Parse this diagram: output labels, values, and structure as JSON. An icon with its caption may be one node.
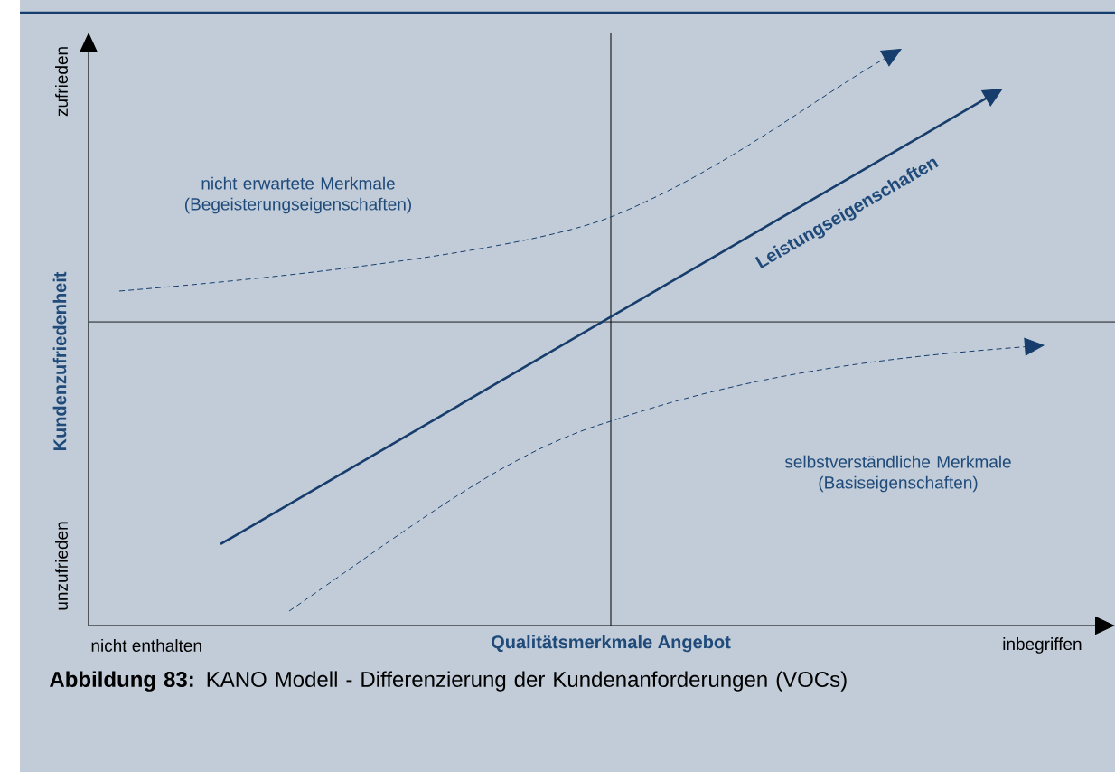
{
  "diagram": {
    "caption": "**Abbildung 83:** KANO Modell - Differenzierung der Kundenanforderungen (VOCs)",
    "labels": [
      "zufrieden",
      "nicht erwartete Merkmale (Begeisterungseigenschaften)",
      "Leistungseigenschaften",
      "Kundenzufriedenheit",
      "selbstverständliche Merkmale (Basiseigenschaften)",
      "unzufrieden",
      "nicht enthalten",
      "Qualitätsmerkmale Angebot",
      "inbegriffen"
    ]
  }
}
